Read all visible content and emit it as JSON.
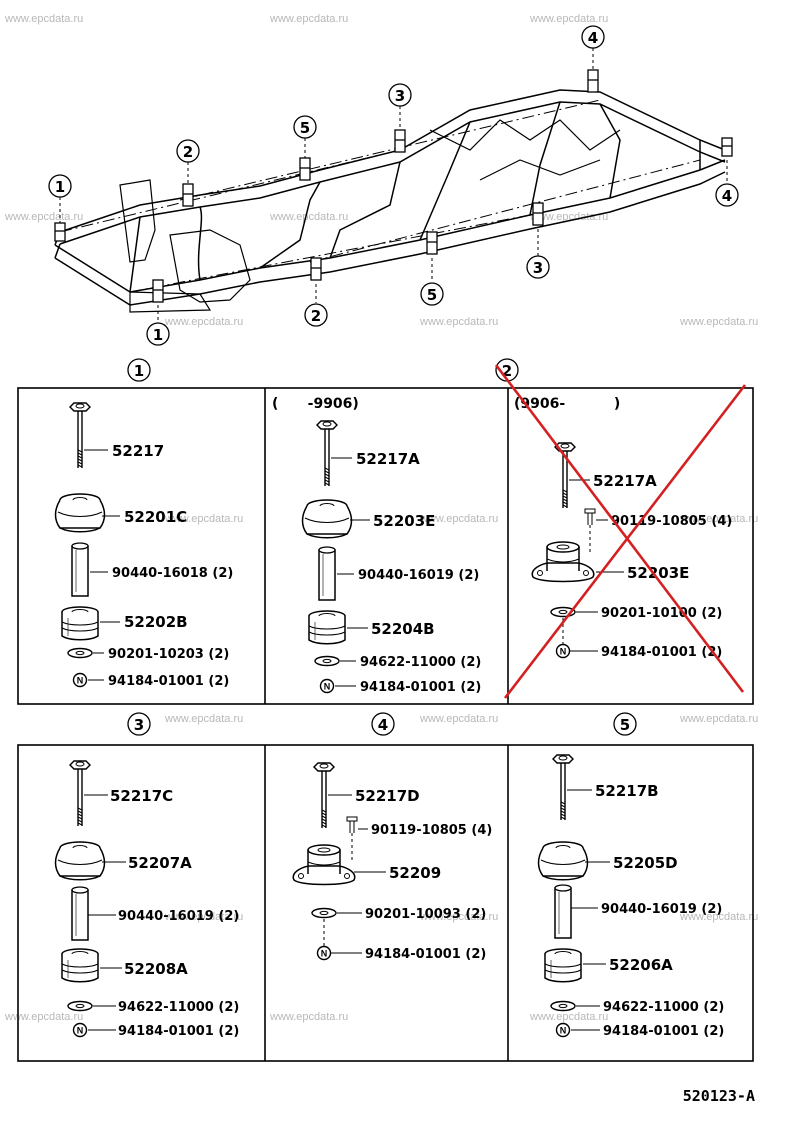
{
  "watermark": "www.epcdata.ru",
  "figure_number": "520123-A",
  "overview_callouts": [
    "1",
    "2",
    "3",
    "4",
    "5"
  ],
  "colors": {
    "line": "#000000",
    "cross": "#d42020",
    "watermark": "#b8b8b8"
  },
  "panels": {
    "p1": {
      "number": "1",
      "parts": [
        "52217",
        "52201C",
        "90440-16018 (2)",
        "52202B",
        "90201-10203 (2)",
        "94184-01001 (2)"
      ]
    },
    "p2a": {
      "number": "2",
      "date_range": "(      -9906)",
      "parts": [
        "52217A",
        "52203E",
        "90440-16019 (2)",
        "52204B",
        "94622-11000 (2)",
        "94184-01001 (2)"
      ]
    },
    "p2b": {
      "date_range": "(9906-          )",
      "crossed_out": true,
      "parts": [
        "52217A",
        "90119-10805 (4)",
        "52203E",
        "90201-10100 (2)",
        "94184-01001 (2)"
      ]
    },
    "p3": {
      "number": "3",
      "parts": [
        "52217C",
        "52207A",
        "90440-16019 (2)",
        "52208A",
        "94622-11000 (2)",
        "94184-01001 (2)"
      ]
    },
    "p4": {
      "number": "4",
      "parts": [
        "52217D",
        "90119-10805 (4)",
        "52209",
        "90201-10093 (2)",
        "94184-01001 (2)"
      ]
    },
    "p5": {
      "number": "5",
      "parts": [
        "52217B",
        "52205D",
        "90440-16019 (2)",
        "52206A",
        "94622-11000 (2)",
        "94184-01001 (2)"
      ]
    }
  }
}
